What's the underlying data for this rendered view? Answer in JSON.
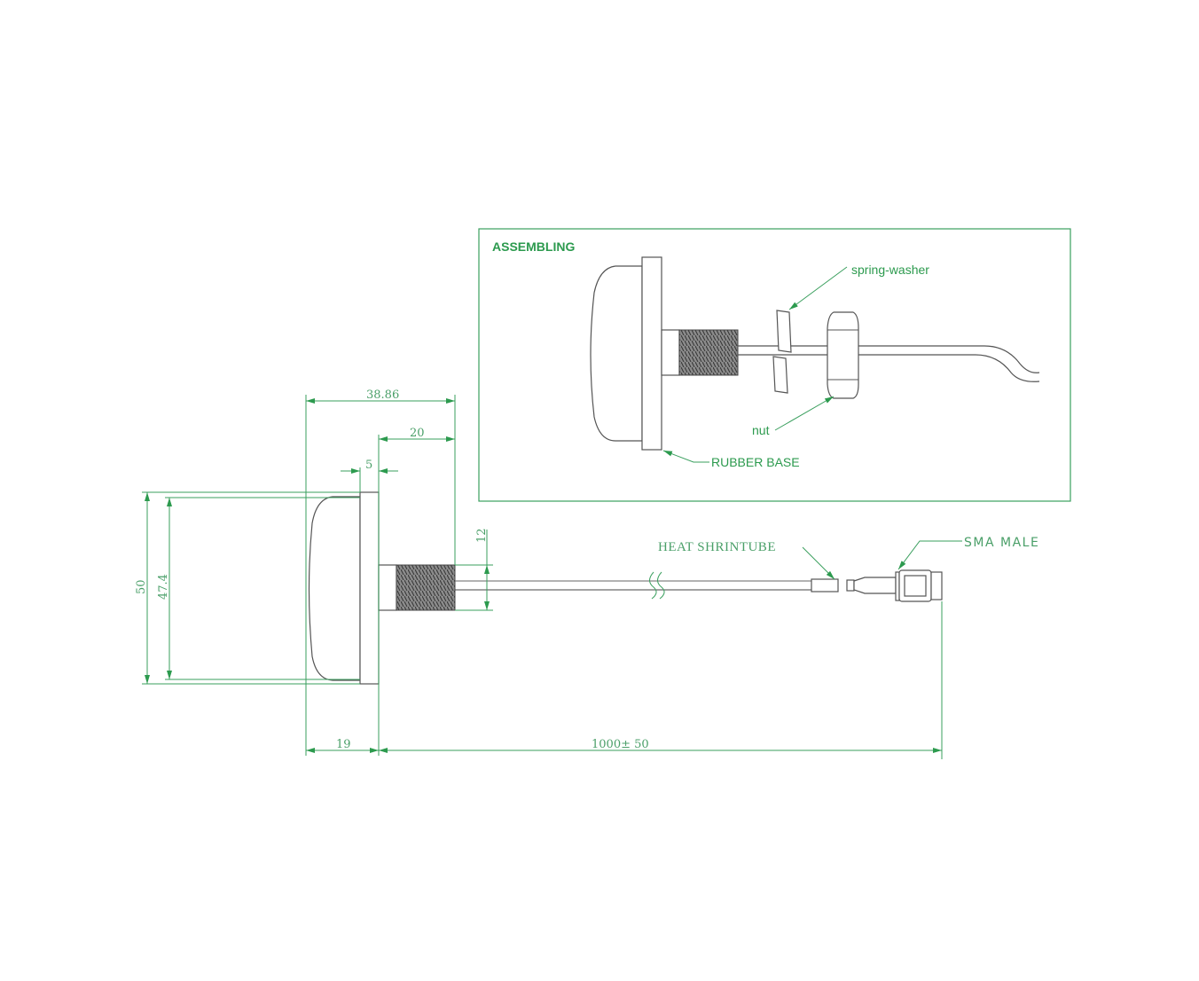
{
  "assembling": {
    "title": "ASSEMBLING",
    "labels": {
      "spring_washer": "spring-washer",
      "nut": "nut",
      "rubber_base": "RUBBER BASE"
    }
  },
  "main_view": {
    "labels": {
      "heat_shrink": "HEAT SHRINTUBE",
      "sma_male": "SMA  MALE"
    },
    "dimensions": {
      "overall_depth": "38.86",
      "thread_length": "20",
      "flange_thickness": "5",
      "base_diameter": "50",
      "dome_diameter": "47.4",
      "thread_diameter": "12",
      "dome_height": "19",
      "cable_length": "1000± 50"
    }
  },
  "colors": {
    "dimension": "#3a9f5e",
    "outline": "#555555",
    "label": "#2c9a4e"
  }
}
